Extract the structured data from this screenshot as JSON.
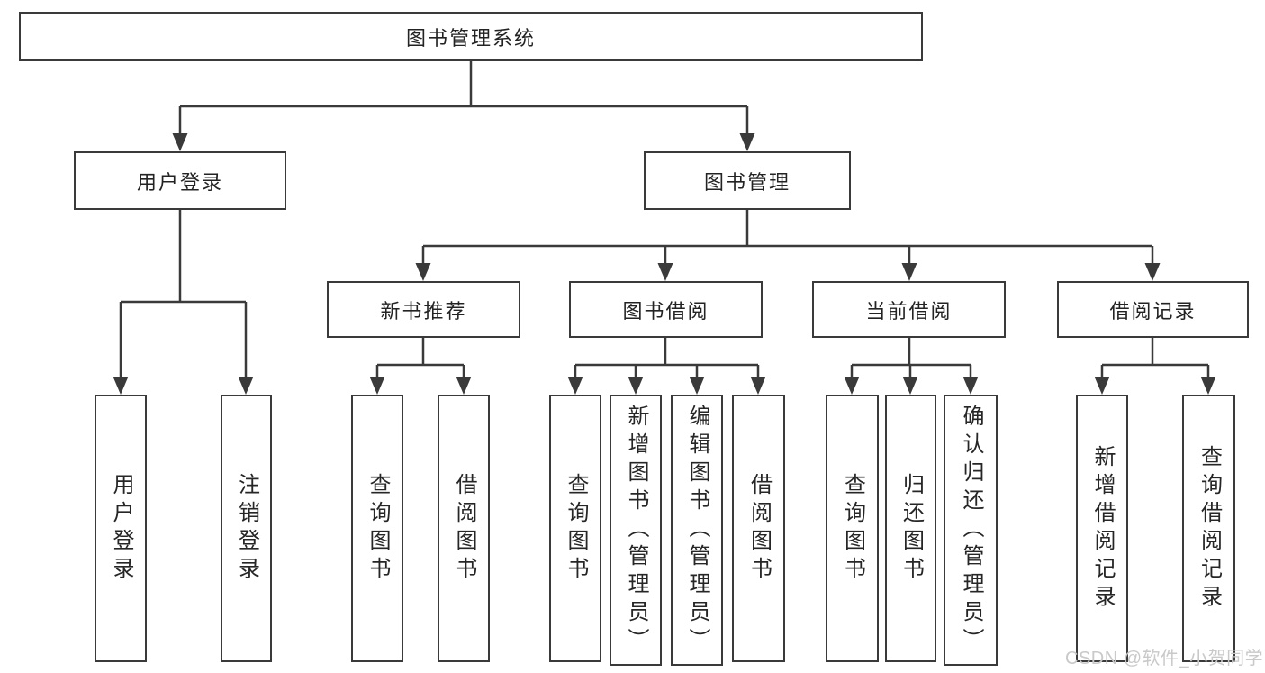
{
  "tree": {
    "label": "图书管理系统",
    "children": [
      {
        "label": "用户登录",
        "children": [
          {
            "label": "用户登录"
          },
          {
            "label": "注销登录"
          }
        ]
      },
      {
        "label": "图书管理",
        "children": [
          {
            "label": "新书推荐",
            "children": [
              {
                "label": "查询图书"
              },
              {
                "label": "借阅图书"
              }
            ]
          },
          {
            "label": "图书借阅",
            "children": [
              {
                "label": "查询图书"
              },
              {
                "label": "新增图书（管理员）"
              },
              {
                "label": "编辑图书（管理员）"
              },
              {
                "label": "借阅图书"
              }
            ]
          },
          {
            "label": "当前借阅",
            "children": [
              {
                "label": "查询图书"
              },
              {
                "label": "归还图书"
              },
              {
                "label": "确认归还（管理员）"
              }
            ]
          },
          {
            "label": "借阅记录",
            "children": [
              {
                "label": "新增借阅记录"
              },
              {
                "label": "查询借阅记录"
              }
            ]
          }
        ]
      }
    ]
  },
  "watermark": {
    "text": "CSDN @软件_小贺同学"
  },
  "colors": {
    "line": "#3a3a3a",
    "box_border": "#3a3a3a",
    "text": "#232323",
    "watermark": "#c9c9c9",
    "background": "#ffffff"
  }
}
